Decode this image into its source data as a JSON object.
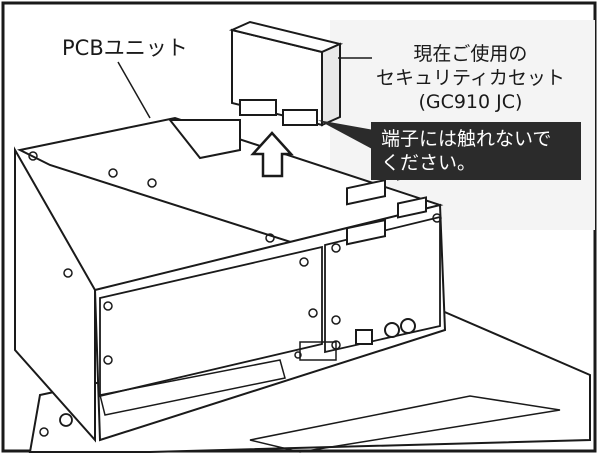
{
  "labels": {
    "pcb_unit": "PCBユニット",
    "card_line1": "現在ご使用の",
    "card_line2": "セキュリティカセット",
    "card_line3": "(GC910 JC)"
  },
  "warning": {
    "line1": "端子には触れないで",
    "line2": "ください。"
  },
  "colors": {
    "ink": "#1a1a1a",
    "screen_bg": "#6b6b6b",
    "warning_bg": "#2b2b2b",
    "paper": "#ffffff"
  }
}
